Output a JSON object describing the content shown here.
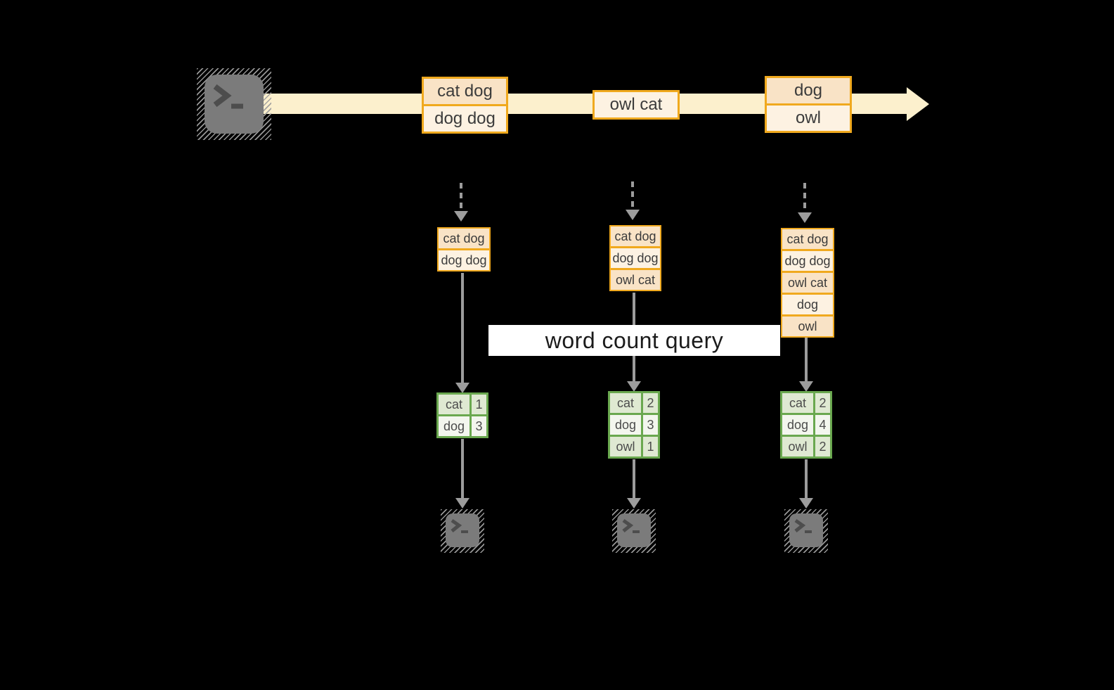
{
  "title_banner": "word count query",
  "stream": {
    "batches": [
      {
        "rows": [
          "cat dog",
          "dog dog"
        ]
      },
      {
        "rows": [
          "owl cat"
        ]
      },
      {
        "rows": [
          "dog",
          "owl"
        ]
      }
    ]
  },
  "micro_batches": [
    {
      "rows": [
        "cat dog",
        "dog dog"
      ]
    },
    {
      "rows": [
        "cat dog",
        "dog dog",
        "owl cat"
      ]
    },
    {
      "rows": [
        "cat dog",
        "dog dog",
        "owl cat",
        "dog",
        "owl"
      ]
    }
  ],
  "count_tables": [
    {
      "rows": [
        {
          "word": "cat",
          "count": "1"
        },
        {
          "word": "dog",
          "count": "3"
        }
      ]
    },
    {
      "rows": [
        {
          "word": "cat",
          "count": "2"
        },
        {
          "word": "dog",
          "count": "3"
        },
        {
          "word": "owl",
          "count": "1"
        }
      ]
    },
    {
      "rows": [
        {
          "word": "cat",
          "count": "2"
        },
        {
          "word": "dog",
          "count": "4"
        },
        {
          "word": "owl",
          "count": "2"
        }
      ]
    }
  ],
  "icons": {
    "source": "terminal-icon",
    "sinks": [
      "terminal-icon",
      "terminal-icon",
      "terminal-icon"
    ],
    "stream_arrow": "right-arrow",
    "flow_arrows": "down-arrow"
  },
  "colors": {
    "canvas-bg": "#000000",
    "band": "#fcf0cd",
    "gold": "#f0a91e",
    "peach": "#f9e3c6",
    "cream": "#fdf2e2",
    "gray-arrow": "#9c9c9c",
    "terminal-gray": "#7b7b7b",
    "terminal-glyph": "#4d4d4d",
    "green-border": "#6aa84f",
    "green-light": "#dfe9d2",
    "green-pale": "#f3f6ee",
    "ink": "#3b3b3b",
    "banner-bg": "#ffffff",
    "banner-ink": "#1b1b1b"
  }
}
